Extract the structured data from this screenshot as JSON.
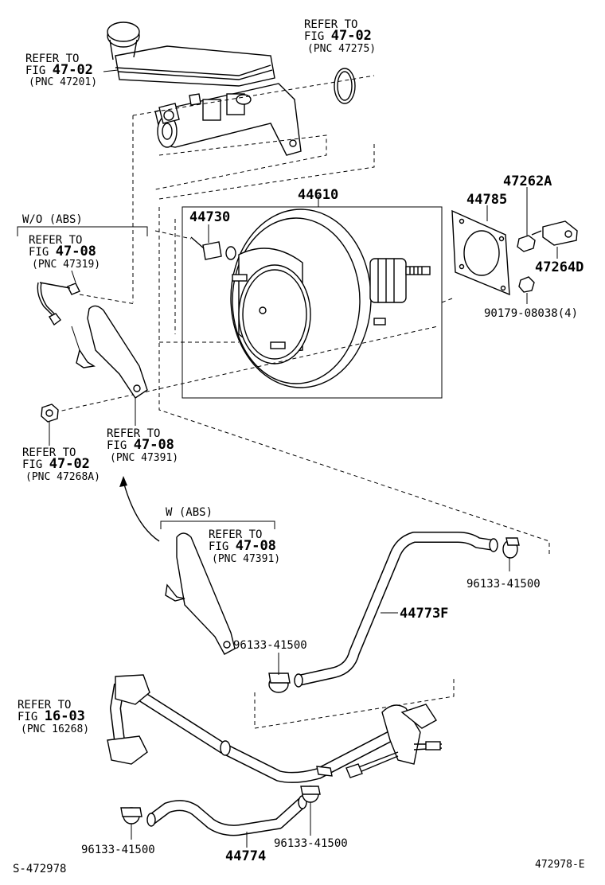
{
  "refs": {
    "r1": {
      "line1": "REFER TO",
      "line2": "FIG",
      "fig": "47-02",
      "pnc": "(PNC 47201)"
    },
    "r2": {
      "line1": "REFER TO",
      "line2": "FIG",
      "fig": "47-02",
      "pnc": "(PNC 47275)"
    },
    "r3": {
      "line1": "REFER TO",
      "line2": "FIG",
      "fig": "47-08",
      "pnc": "(PNC 47319)"
    },
    "r4": {
      "line1": "REFER TO",
      "line2": "FIG",
      "fig": "47-08",
      "pnc": "(PNC 47391)"
    },
    "r5": {
      "line1": "REFER TO",
      "line2": "FIG",
      "fig": "47-02",
      "pnc": "(PNC 47268A)"
    },
    "r6": {
      "line1": "REFER TO",
      "line2": "FIG",
      "fig": "47-08",
      "pnc": "(PNC 47391)"
    },
    "r7": {
      "line1": "REFER TO",
      "line2": "FIG",
      "fig": "16-03",
      "pnc": "(PNC 16268)"
    }
  },
  "groups": {
    "wo_abs": "W/O (ABS)",
    "w_abs": "W (ABS)"
  },
  "parts": {
    "p44610": "44610",
    "p44730": "44730",
    "p44785": "44785",
    "p47262a": "47262A",
    "p47264d": "47264D",
    "p90179": "90179-08038(4)",
    "p96133_a": "96133-41500",
    "p96133_b": "96133-41500",
    "p96133_c": "96133-41500",
    "p96133_d": "96133-41500",
    "p44773f": "44773F",
    "p44774": "44774"
  },
  "footer": {
    "left": "S-472978",
    "right": "472978-E"
  }
}
